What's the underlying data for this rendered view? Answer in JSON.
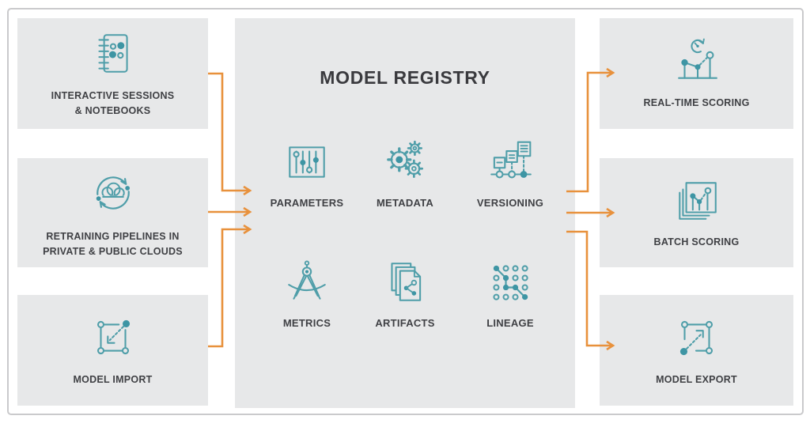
{
  "registry": {
    "title": "MODEL REGISTRY",
    "features": [
      {
        "label": "PARAMETERS",
        "icon": "sliders-icon"
      },
      {
        "label": "METADATA",
        "icon": "gears-icon"
      },
      {
        "label": "VERSIONING",
        "icon": "version-timeline-icon"
      },
      {
        "label": "METRICS",
        "icon": "compass-icon"
      },
      {
        "label": "ARTIFACTS",
        "icon": "stacked-documents-icon"
      },
      {
        "label": "LINEAGE",
        "icon": "node-graph-icon"
      }
    ]
  },
  "sources": [
    {
      "label": "INTERACTIVE SESSIONS\n& NOTEBOOKS",
      "icon": "notebook-icon"
    },
    {
      "label": "RETRAINING PIPELINES IN\nPRIVATE & PUBLIC CLOUDS",
      "icon": "cloud-sync-icon"
    },
    {
      "label": "MODEL IMPORT",
      "icon": "import-square-icon"
    }
  ],
  "destinations": [
    {
      "label": "REAL-TIME SCORING",
      "icon": "realtime-chart-icon"
    },
    {
      "label": "BATCH SCORING",
      "icon": "batch-chart-icon"
    },
    {
      "label": "MODEL EXPORT",
      "icon": "export-square-icon"
    }
  ],
  "colors": {
    "teal_stroke": "#4F9EA9",
    "teal_fill": "#3E95A4",
    "orange_arrow": "#E8913C",
    "panel_fill": "#E7E8E9",
    "text": "#3F4044",
    "frame_border": "#CACACC",
    "background": "#FFFFFF"
  }
}
